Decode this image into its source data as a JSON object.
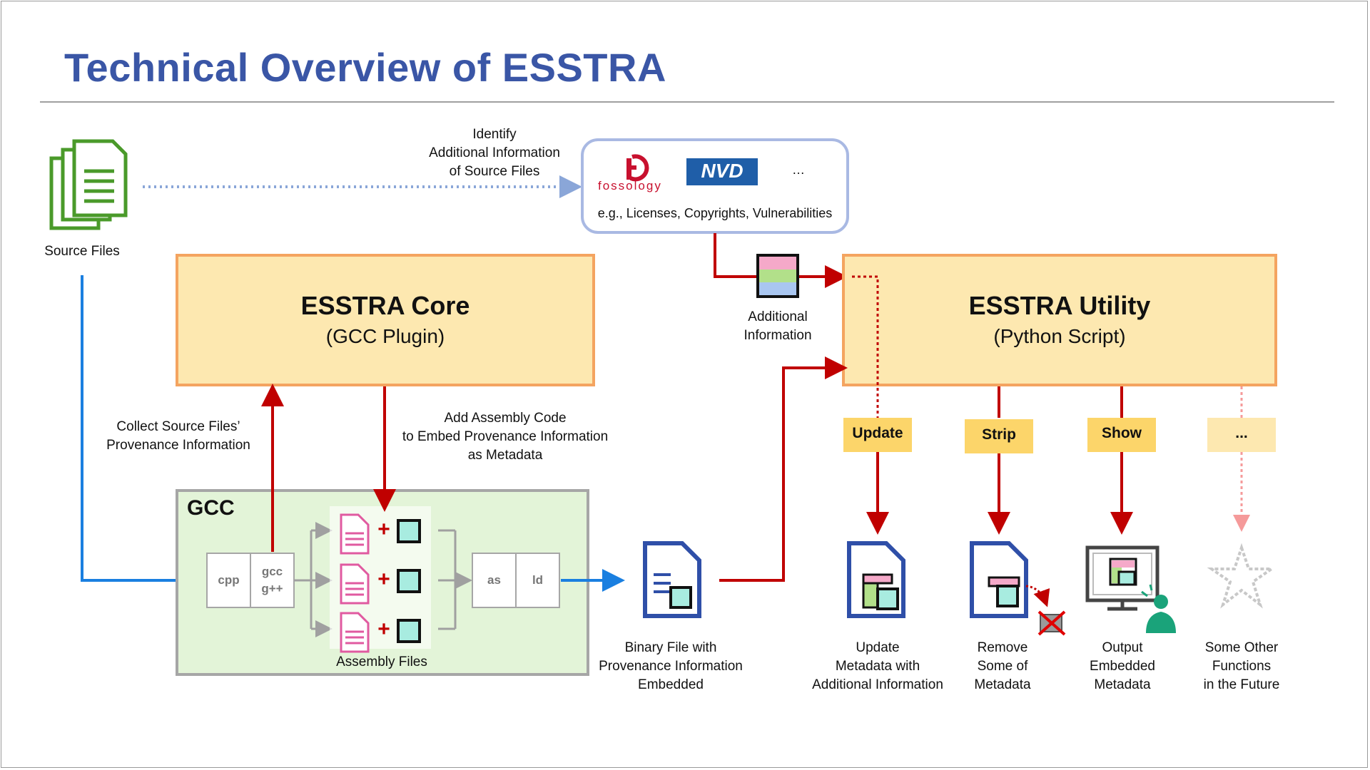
{
  "title": "Technical Overview of ESSTRA",
  "source_files_label": "Source Files",
  "identify_label": [
    "Identify",
    "Additional Information",
    "of Source Files"
  ],
  "info_box": {
    "fossology_text": "fossology",
    "nvd_text": "NVD",
    "more": "…",
    "caption": "e.g., Licenses, Copyrights, Vulnerabilities"
  },
  "core": {
    "title": "ESSTRA Core",
    "subtitle": "(GCC Plugin)"
  },
  "utility": {
    "title": "ESSTRA Utility",
    "subtitle": "(Python Script)"
  },
  "additional_info_label": [
    "Additional",
    "Information"
  ],
  "collect_label": [
    "Collect Source Files’",
    "Provenance Information"
  ],
  "add_asm_label": [
    "Add Assembly Code",
    "to Embed Provenance Information",
    "as Metadata"
  ],
  "gcc": {
    "title": "GCC",
    "cpp": "cpp",
    "gcc": "gcc",
    "gpp": "g++",
    "as": "as",
    "ld": "ld",
    "assembly_label": "Assembly Files"
  },
  "binary_label": [
    "Binary File with",
    "Provenance Information",
    "Embedded"
  ],
  "functions": [
    {
      "button": "Update",
      "desc": [
        "Update",
        "Metadata with",
        "Additional Information"
      ]
    },
    {
      "button": "Strip",
      "desc": [
        "Remove",
        "Some of",
        "Metadata"
      ]
    },
    {
      "button": "Show",
      "desc": [
        "Output",
        "Embedded",
        "Metadata"
      ]
    },
    {
      "button": "...",
      "desc": [
        "Some Other",
        "Functions",
        "in the Future"
      ]
    }
  ],
  "colors": {
    "title_blue": "#3a56a6",
    "box_fill": "#fde8b0",
    "box_border": "#f4a460",
    "red_arrow": "#c00000",
    "blue_arrow": "#1a7fe0",
    "button_fill": "#fcd56a",
    "gcc_fill": "#e3f4d8",
    "doc_blue": "#2f4fa8",
    "green_doc": "#4a9a2a",
    "pink_doc": "#e05aa0"
  }
}
